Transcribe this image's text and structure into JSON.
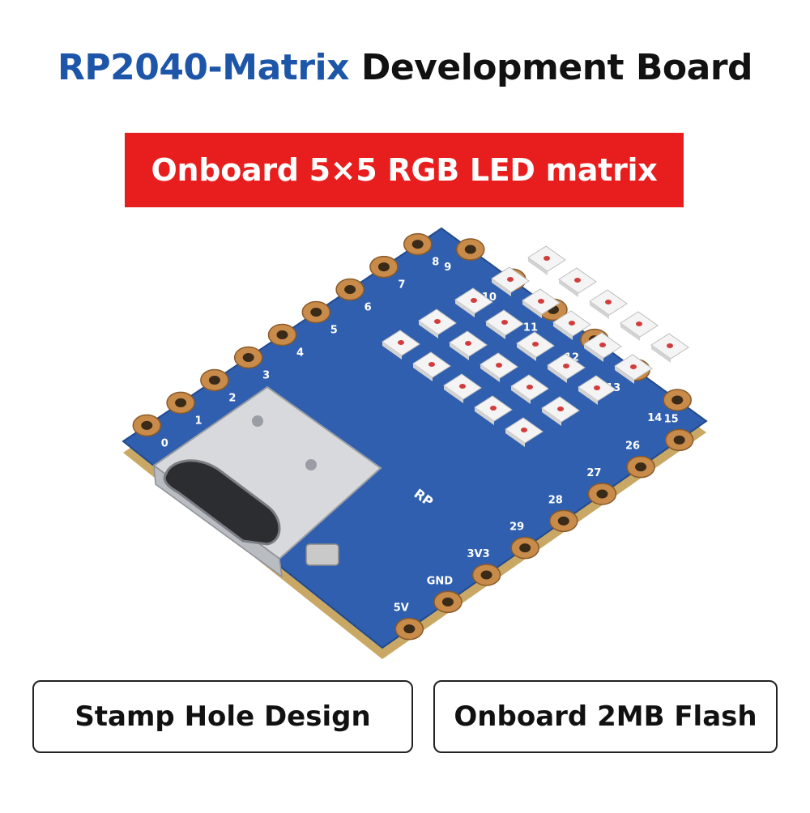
{
  "header": {
    "title_accent": "RP2040-Matrix",
    "title_rest": "Development Board"
  },
  "banner": {
    "text": "Onboard 5×5 RGB LED matrix"
  },
  "board": {
    "led_matrix": {
      "rows": 5,
      "cols": 5
    },
    "silkscreen": {
      "brand": "RP",
      "top_pins": [
        "0",
        "1",
        "2",
        "3",
        "4",
        "5",
        "6",
        "7",
        "8"
      ],
      "right_pins": [
        "9",
        "10",
        "11",
        "12",
        "13",
        "14"
      ],
      "bottom_pins": [
        "5V",
        "GND",
        "3V3",
        "29",
        "28",
        "27",
        "26",
        "15"
      ]
    },
    "colors": {
      "pcb": "#2f5fae",
      "pcb_edge": "#c9a866",
      "pad": "#c98b4a",
      "led_body": "#f4f4f4",
      "usb_shell": "#d7d9dc"
    }
  },
  "features": [
    {
      "label": "Stamp Hole Design"
    },
    {
      "label": "Onboard 2MB Flash"
    }
  ]
}
